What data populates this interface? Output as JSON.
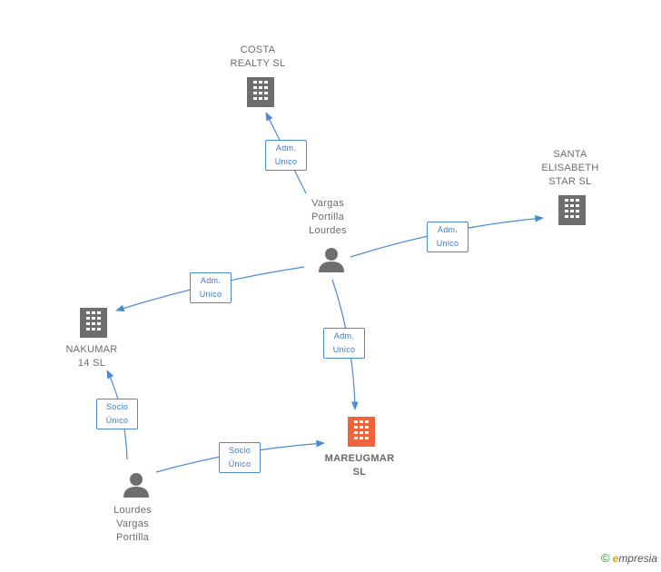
{
  "colors": {
    "edge": "#4a8bd6",
    "node": "#6e6e6e",
    "focus": "#f0643c"
  },
  "nodes": {
    "costa": {
      "label": "COSTA\nREALTY  SL",
      "type": "company"
    },
    "santa": {
      "label": "SANTA\nELISABETH\nSTAR SL",
      "type": "company"
    },
    "nakumar": {
      "label": "NAKUMAR\n14  SL",
      "type": "company"
    },
    "mareug": {
      "label": "MAREUGMAR\nSL",
      "type": "company-focus"
    },
    "vargas": {
      "label": "Vargas\nPortilla\nLourdes",
      "type": "person"
    },
    "lourdes": {
      "label": "Lourdes\nVargas\nPortilla",
      "type": "person"
    }
  },
  "edges": {
    "e1": {
      "from": "vargas",
      "to": "costa",
      "label": "Adm.\nUnico"
    },
    "e2": {
      "from": "vargas",
      "to": "santa",
      "label": "Adm.\nUnico"
    },
    "e3": {
      "from": "vargas",
      "to": "nakumar",
      "label": "Adm.\nUnico"
    },
    "e4": {
      "from": "vargas",
      "to": "mareug",
      "label": "Adm.\nUnico"
    },
    "e5": {
      "from": "lourdes",
      "to": "nakumar",
      "label": "Socio\nÚnico"
    },
    "e6": {
      "from": "lourdes",
      "to": "mareug",
      "label": "Socio\nÚnico"
    }
  },
  "watermark": {
    "symbol": "©",
    "e": "e",
    "brand": "mpresia"
  }
}
